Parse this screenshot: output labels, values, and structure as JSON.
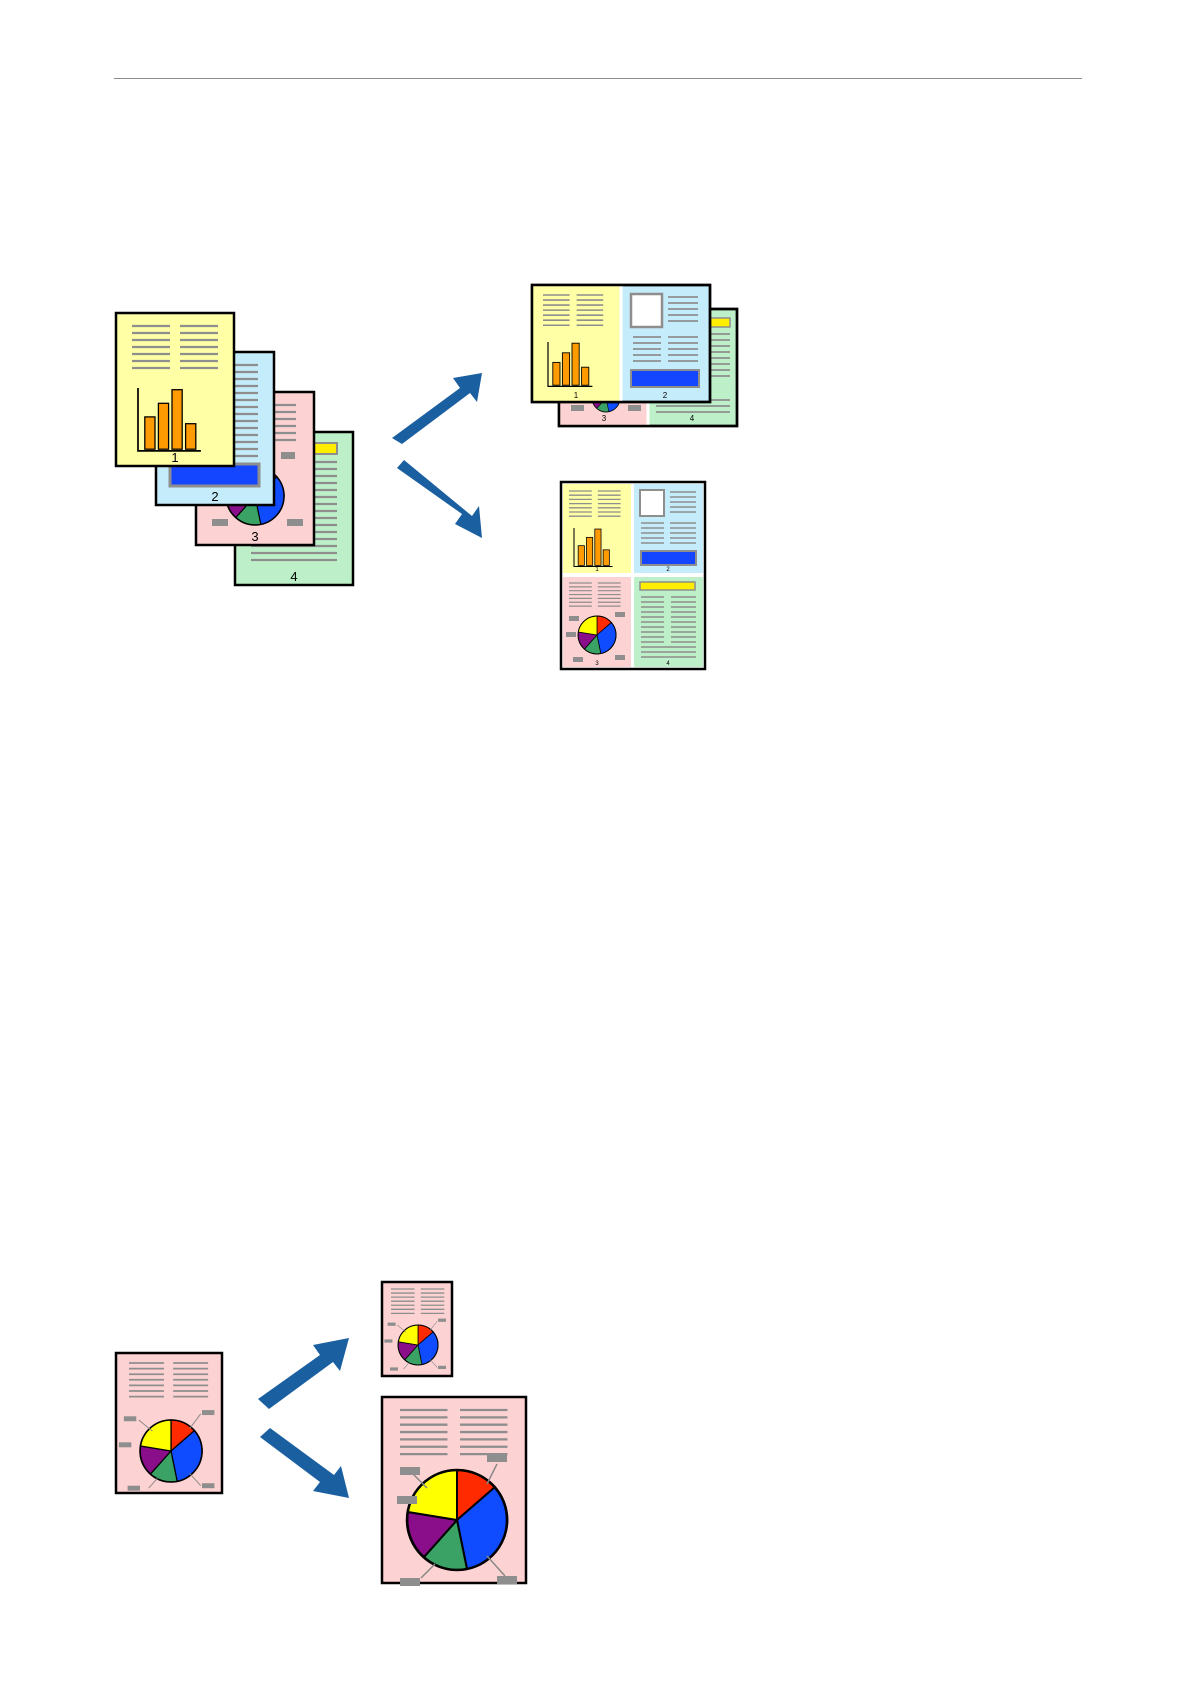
{
  "colors": {
    "rule": "#8c8c8c",
    "arrow": "#1a5fa0",
    "page1": "#ffffa6",
    "page2": "#c5ecfa",
    "page3": "#fdd2d2",
    "page4": "#bdf0c8",
    "bar": "#ff9a00",
    "pie_red": "#ff2a00",
    "pie_blue": "#0f4bff",
    "pie_green": "#3aa265",
    "pie_purple": "#8a0d8a",
    "pie_yellow": "#ffff00",
    "text_line": "#8e8e8e",
    "blue_box": "#1446ff",
    "highlight": "#ffee00"
  },
  "figure1": {
    "source_pages": {
      "page1": "1",
      "page2": "2",
      "page3": "3",
      "page4": "4"
    },
    "two_up": {
      "sheet_front": [
        "1",
        "2"
      ],
      "sheet_back": [
        "3",
        "4"
      ]
    },
    "four_up": {
      "cells": [
        "1",
        "2",
        "3",
        "4"
      ]
    }
  },
  "icons": {
    "arrow_up": "arrow-up-right-icon",
    "arrow_down": "arrow-down-right-icon"
  }
}
